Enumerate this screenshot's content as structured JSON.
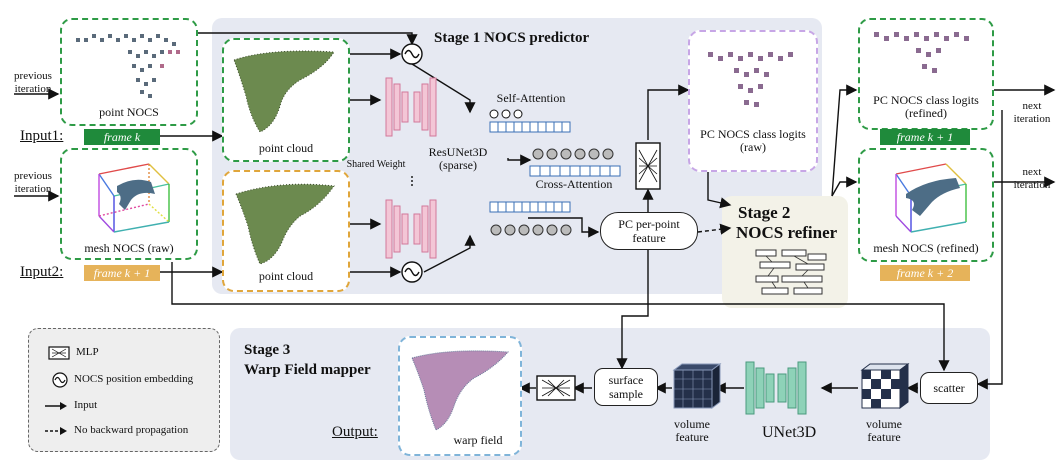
{
  "stage1": {
    "title": "Stage 1 NOCS predictor"
  },
  "stage2": {
    "title_line1": "Stage 2",
    "title_line2": "NOCS refiner"
  },
  "stage3": {
    "title_line1": "Stage 3",
    "title_line2": "Warp Field mapper"
  },
  "inputs": {
    "input1_label": "Input1:",
    "input2_label": "Input2:",
    "frame_k": "frame k",
    "frame_k1": "frame k + 1",
    "frame_k2": "frame k + 2",
    "previous_iteration": "previous iteration",
    "next_iteration": "next iteration"
  },
  "boxes": {
    "point_nocs": "point NOCS",
    "mesh_nocs_raw": "mesh NOCS (raw)",
    "point_cloud": "point cloud",
    "resunet": "ResUNet3D (sparse)",
    "shared_weight": "Shared Weight",
    "self_attention": "Self-Attention",
    "cross_attention": "Cross-Attention",
    "pc_logits_raw": "PC NOCS class logits (raw)",
    "pc_per_point_feature": "PC per-point feature",
    "pc_logits_refined": "PC NOCS class logits (refined)",
    "mesh_nocs_refined": "mesh NOCS (refined)",
    "surface_sample": "surface sample",
    "volume_feature": "volume feature",
    "unet3d": "UNet3D",
    "scatter": "scatter",
    "output_label": "Output:",
    "warp_field": "warp field"
  },
  "legend": {
    "mlp": "MLP",
    "nocs_embed": "NOCS position embedding",
    "input": "Input",
    "no_backprop": "No backward propagation"
  },
  "colors": {
    "stage_panel": "#e6e9f2",
    "green": "#2e9b46",
    "orange": "#e0a63b",
    "purple": "#c7a6e6",
    "pink_net": "#e8a6bd",
    "blue_token": "#3a6fb5"
  }
}
